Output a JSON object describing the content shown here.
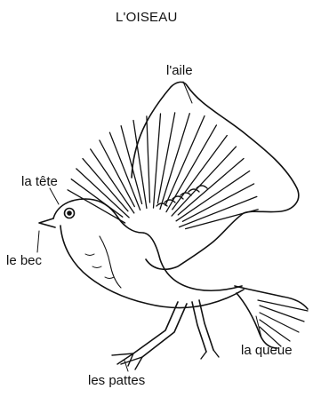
{
  "title": "L'OISEAU",
  "labels": {
    "wing": "l'aile",
    "head": "la tête",
    "beak": "le bec",
    "tail": "la queue",
    "feet": "les pattes"
  },
  "colors": {
    "ink": "#111111",
    "background": "#ffffff"
  }
}
